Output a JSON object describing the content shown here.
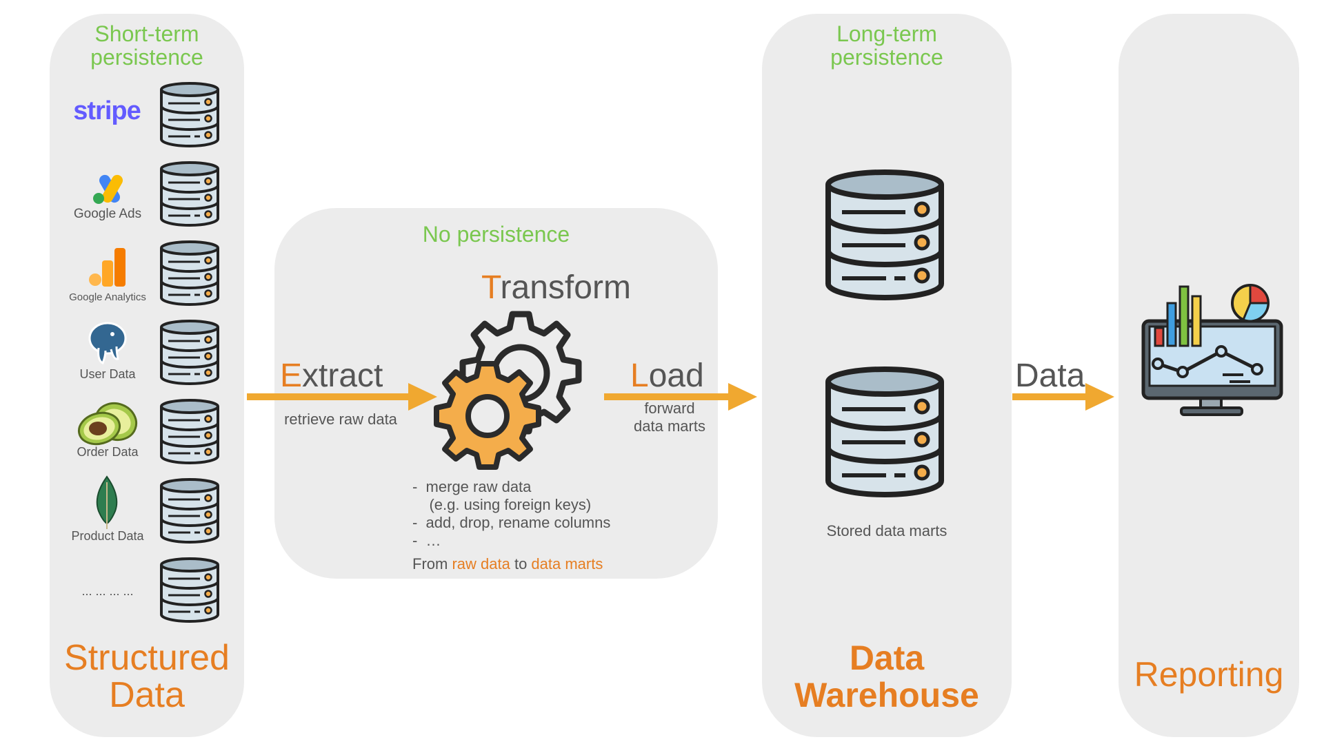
{
  "panels": {
    "structured": {
      "top_label_line1": "Short-term",
      "top_label_line2": "persistence",
      "bottom_label_line1": "Structured",
      "bottom_label_line2": "Data"
    },
    "transform": {
      "top_label": "No persistence"
    },
    "warehouse": {
      "top_label_line1": "Long-term",
      "top_label_line2": "persistence",
      "caption": "Stored data marts",
      "bottom_label_line1": "Data",
      "bottom_label_line2": "Warehouse"
    },
    "reporting": {
      "bottom_label": "Reporting"
    }
  },
  "sources": [
    {
      "label": "stripe",
      "icon": "stripe-logo"
    },
    {
      "label": "Google Ads",
      "icon": "google-ads-logo"
    },
    {
      "label": "Google Analytics",
      "icon": "google-analytics-logo"
    },
    {
      "label": "User Data",
      "icon": "postgresql-elephant-icon"
    },
    {
      "label": "Order Data",
      "icon": "avocado-icon"
    },
    {
      "label": "Product Data",
      "icon": "mongodb-leaf-icon"
    },
    {
      "label": "... ... ... ...",
      "icon": "none"
    }
  ],
  "steps": {
    "extract": {
      "first": "E",
      "rest": "xtract",
      "note": "retrieve raw data"
    },
    "transform": {
      "first": "T",
      "rest": "ransform"
    },
    "load": {
      "first": "L",
      "rest": "oad",
      "note_line1": "forward",
      "note_line2": "data marts"
    },
    "data": {
      "label": "Data"
    }
  },
  "transform_details": {
    "bullet1_line1": "-  merge raw data",
    "bullet1_line2": "    (e.g. using foreign keys)",
    "bullet2": "-  add, drop, rename columns",
    "bullet3": "-  …",
    "from_prefix": "From ",
    "from_raw": "raw data",
    "from_mid": " to ",
    "from_marts": "data marts"
  },
  "colors": {
    "accent_orange": "#e67e22",
    "arrow_orange": "#f0a830",
    "persistence_green": "#7ac74f",
    "panel_gray": "#ececec",
    "gear_orange": "#f4ad4b"
  }
}
